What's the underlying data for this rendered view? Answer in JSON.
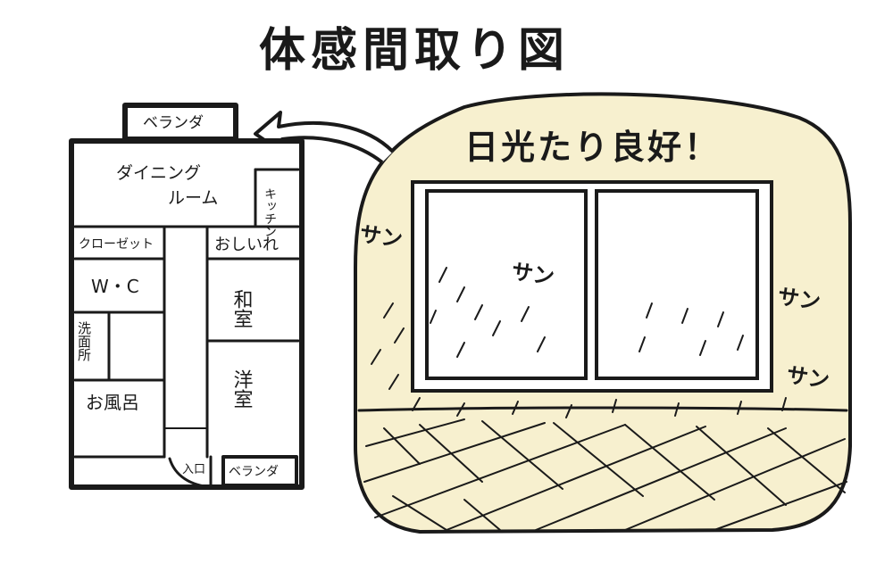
{
  "title": "体感間取り図",
  "floorplan": {
    "veranda_top": "ベランダ",
    "dining_line1": "ダイニング",
    "dining_line2": "ルーム",
    "kitchen": "キッチン",
    "closet": "クローゼット",
    "oshiire": "おしいれ",
    "wc": "W・C",
    "washroom": "洗面所",
    "washitsu": "和室",
    "youshitsu": "洋室",
    "ofuro": "お風呂",
    "entrance": "入口",
    "veranda_bottom": "ベランダ"
  },
  "bubble": {
    "headline": "日光たり良好！",
    "sound": "サン"
  },
  "colors": {
    "bubble_fill": "#f7f0cf",
    "ink": "#1a1a1a"
  }
}
